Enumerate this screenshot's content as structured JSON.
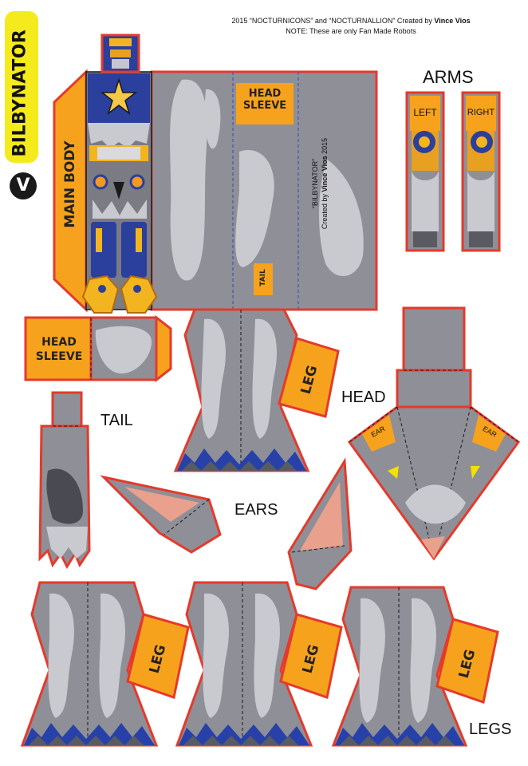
{
  "credits": {
    "line1_prefix": "2015 “NOCTURNICONS” and “NOCTURNALLION” Created by ",
    "line1_author": "Vince Vios",
    "line2": "NOTE: These are only Fan Made Robots"
  },
  "brand": {
    "name": "BILBYNATOR",
    "logo_letter": "V"
  },
  "main_body": {
    "label": "MAIN BODY",
    "head_sleeve_tab": "HEAD SLEEVE",
    "tail_tab": "TAIL",
    "signature_line1": "“BILBYNATOR”",
    "signature_line2_prefix": "Created by ",
    "signature_line2_author": "Vince Vios",
    "signature_line2_suffix": " 2015"
  },
  "arms": {
    "title": "ARMS",
    "left_label": "LEFT",
    "right_label": "RIGHT"
  },
  "head_sleeve": {
    "label": "HEAD SLEEVE"
  },
  "tail": {
    "title": "TAIL"
  },
  "ears": {
    "title": "EARS"
  },
  "head": {
    "title": "HEAD",
    "ear_left": "EAR",
    "ear_right": "EAR"
  },
  "legs": {
    "title": "LEGS",
    "tab_label": "LEG"
  },
  "colors": {
    "outline": "#e53a2b",
    "tab_orange": "#f7a21d",
    "fur_grey": "#8e8e96",
    "fur_light": "#c9c9d0",
    "robot_blue": "#2b3f9c",
    "claw_blue": "#2841a8",
    "ear_pink": "#e9a08d",
    "eye_yellow": "#f5e000",
    "brand_yellow": "#f4ea1c"
  }
}
